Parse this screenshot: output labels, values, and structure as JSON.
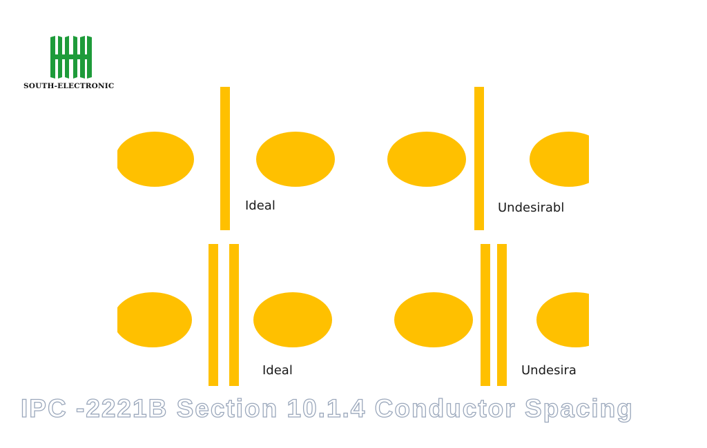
{
  "brand": {
    "name": "SOUTH-ELECTRONIC",
    "logo_color": "#1e9b3a"
  },
  "diagram": {
    "pad_color": "#ffc000",
    "trace_color": "#ffc000",
    "panels": [
      {
        "label": "Ideal",
        "trace_count": 1,
        "rating": "ideal"
      },
      {
        "label": "Undesirabl",
        "trace_count": 1,
        "rating": "undesirable"
      },
      {
        "label": "Ideal",
        "trace_count": 2,
        "rating": "ideal"
      },
      {
        "label": "Undesira",
        "trace_count": 2,
        "rating": "undesirable"
      }
    ]
  },
  "title": "IPC -2221B Section 10.1.4 Conductor Spacing"
}
